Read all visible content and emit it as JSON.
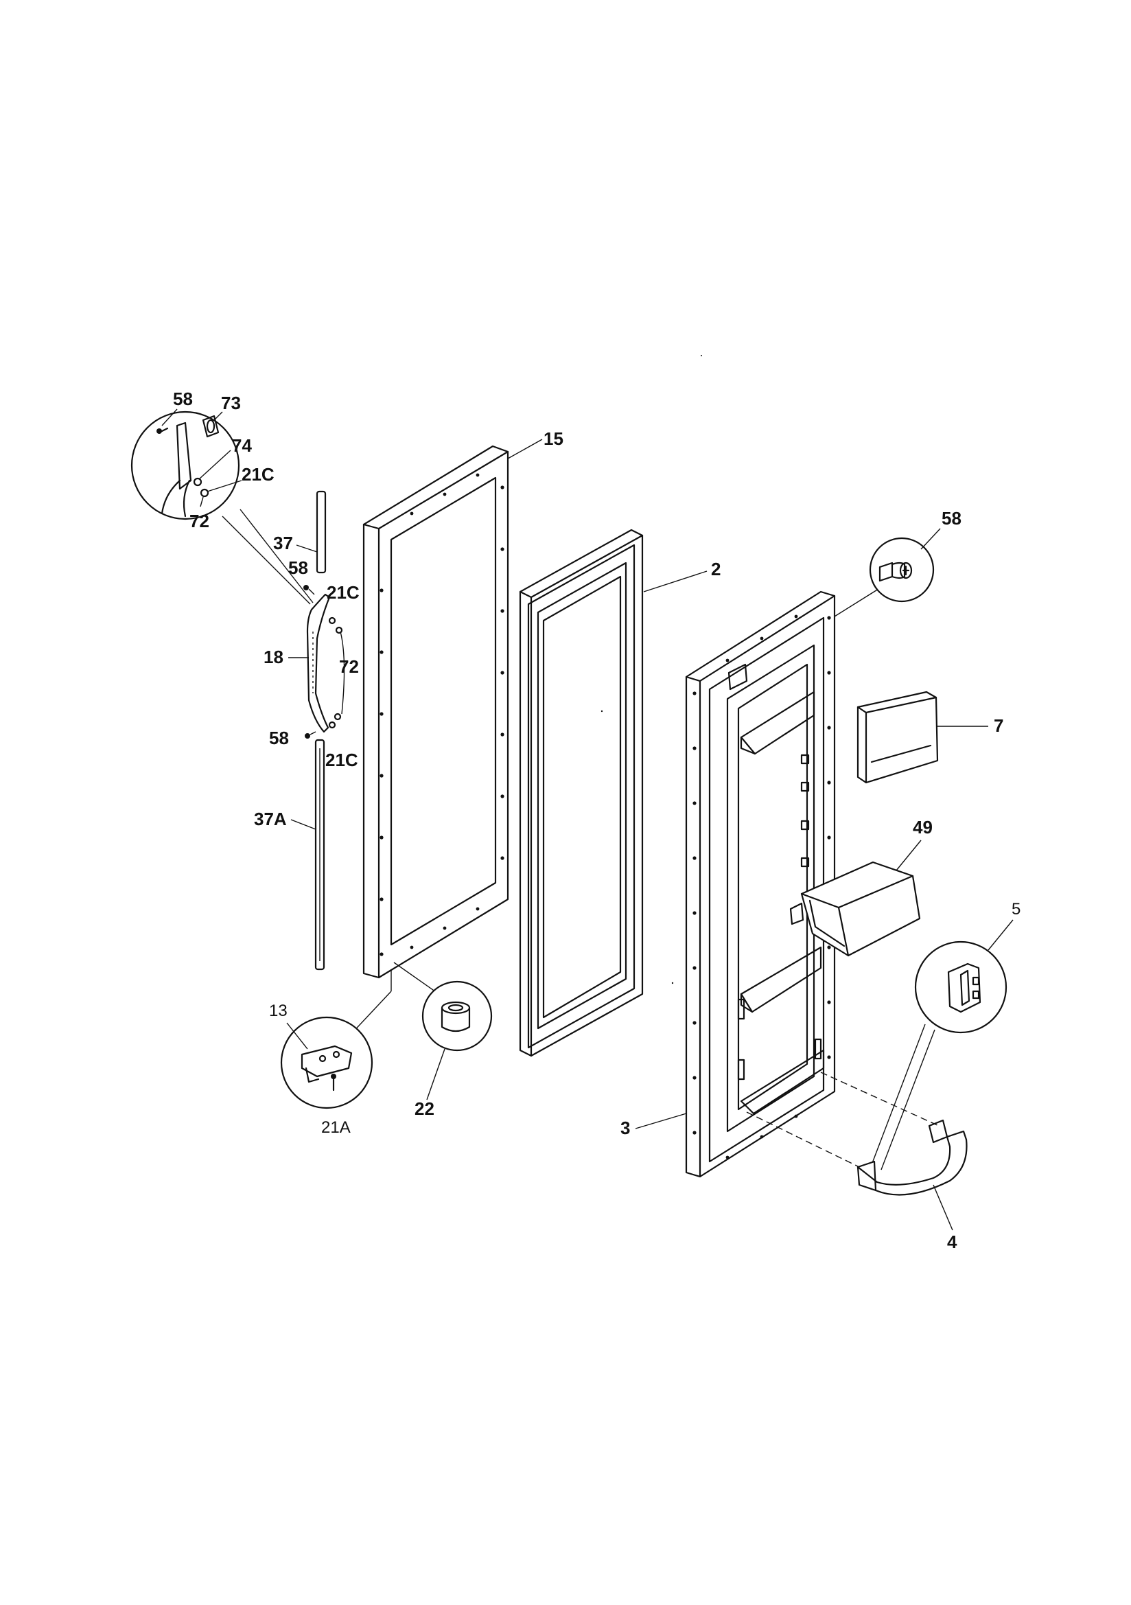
{
  "diagram": {
    "callouts": {
      "c58_detail": "58",
      "c73": "73",
      "c74": "74",
      "c21c_detail": "21C",
      "c72_detail": "72",
      "c37": "37",
      "c58_top": "58",
      "c21c_top": "21C",
      "c18": "18",
      "c72_side": "72",
      "c58_bottom": "58",
      "c21c_bottom": "21C",
      "c37a": "37A",
      "c13": "13",
      "c21a": "21A",
      "c22": "22",
      "c15": "15",
      "c2": "2",
      "c3": "3",
      "c58_screw": "58",
      "c7": "7",
      "c49": "49",
      "c5": "5",
      "c4": "4"
    }
  }
}
